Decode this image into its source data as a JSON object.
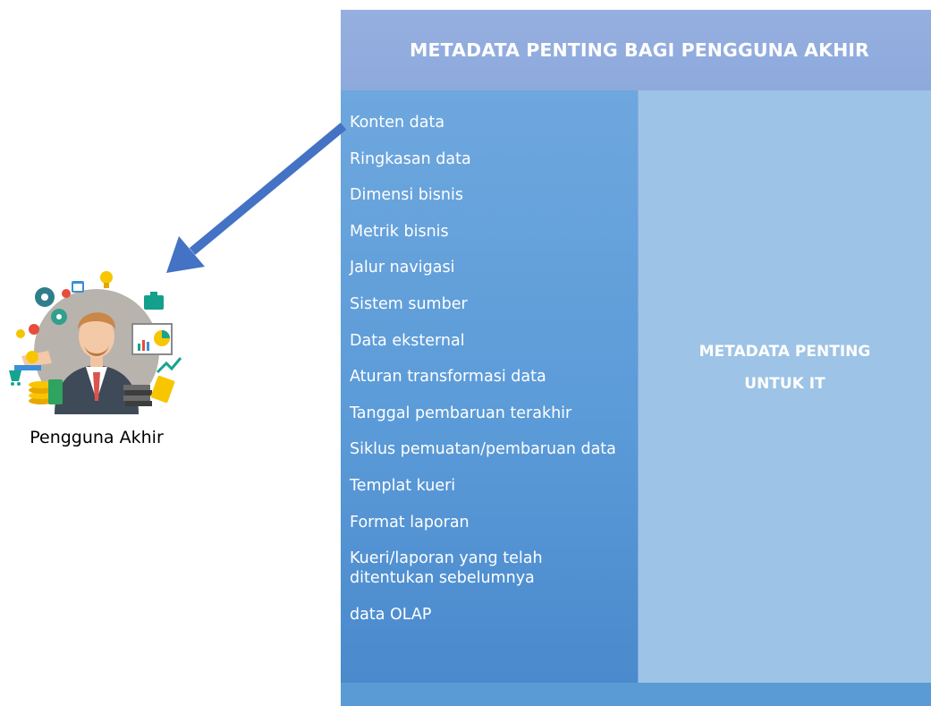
{
  "panel": {
    "title": "METADATA PENTING BAGI PENGGUNA AKHIR",
    "right_column": {
      "line1": "METADATA PENTING",
      "line2": "UNTUK IT"
    },
    "items": [
      "Konten data",
      "Ringkasan data",
      "Dimensi bisnis",
      "Metrik bisnis",
      "Jalur navigasi",
      "Sistem sumber",
      "Data eksternal",
      "Aturan transformasi data",
      "Tanggal pembaruan terakhir",
      "Siklus pemuatan/pembaruan data",
      "Templat kueri",
      "Format laporan",
      "Kueri/laporan yang telah ditentukan sebelumnya",
      "data OLAP"
    ]
  },
  "user": {
    "label": "Pengguna Akhir",
    "icon": "business-user-icon"
  },
  "colors": {
    "header": "#8ea9dc",
    "left_column": "#5b9bd5",
    "right_column": "#9dc3e6",
    "arrow": "#4472c4"
  }
}
